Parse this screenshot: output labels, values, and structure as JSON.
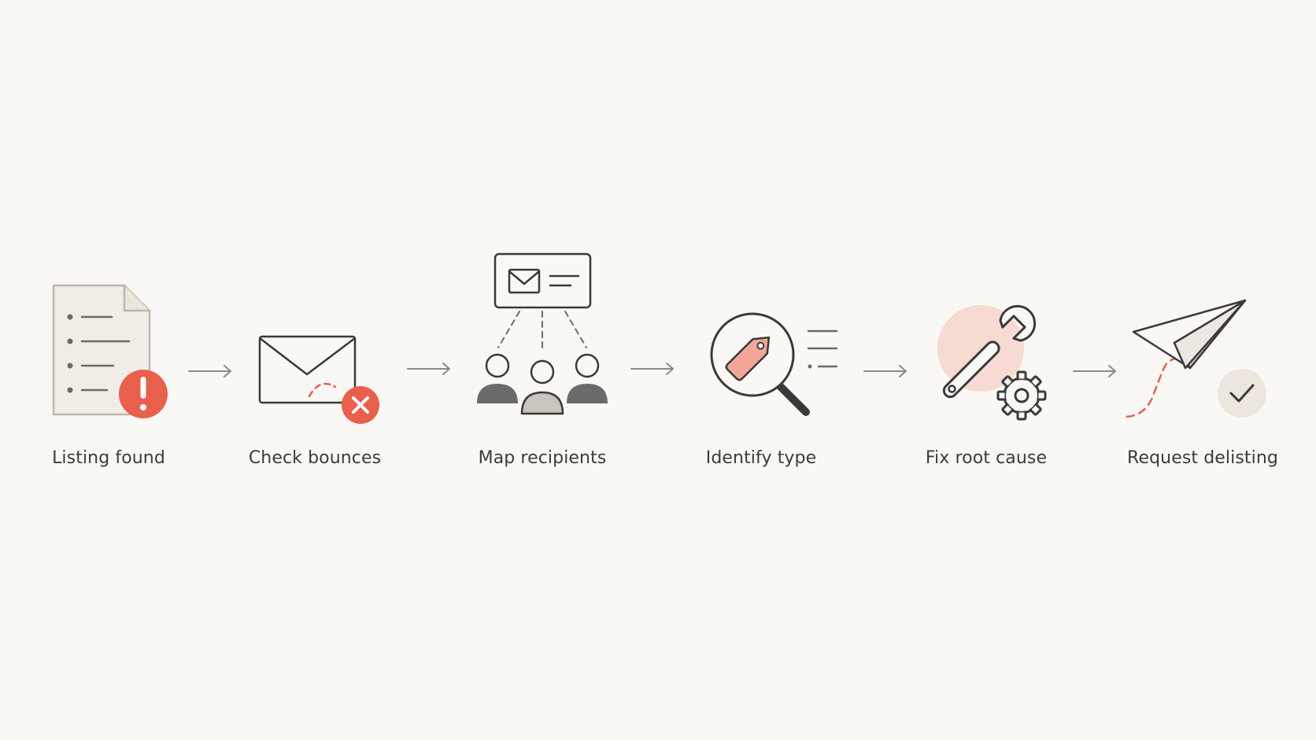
{
  "steps": [
    {
      "label": "Listing found",
      "icon": "document-alert-icon"
    },
    {
      "label": "Check bounces",
      "icon": "envelope-bounce-icon"
    },
    {
      "label": "Map recipients",
      "icon": "recipients-map-icon"
    },
    {
      "label": "Identify type",
      "icon": "magnifier-tag-icon"
    },
    {
      "label": "Fix root cause",
      "icon": "wrench-gear-icon"
    },
    {
      "label": "Request delisting",
      "icon": "paper-plane-check-icon"
    }
  ],
  "colors": {
    "background": "#faf8f4",
    "stroke": "#3a3a3a",
    "accent_red": "#e8604c",
    "accent_pink": "#f3a596",
    "muted_gray": "#7a7a7a",
    "soft_beige": "#ece6dc"
  }
}
